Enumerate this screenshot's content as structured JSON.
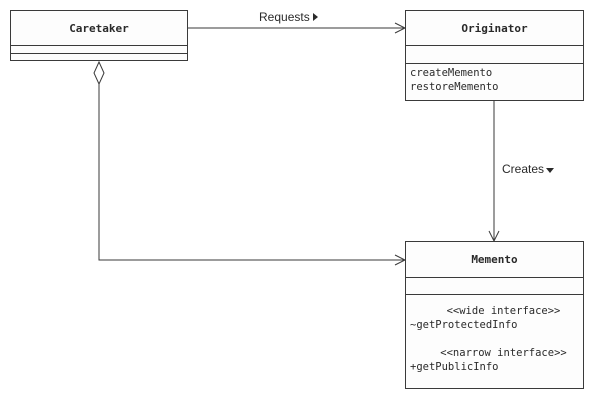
{
  "classes": {
    "caretaker": {
      "name": "Caretaker"
    },
    "originator": {
      "name": "Originator",
      "operations": [
        "createMemento",
        "restoreMemento"
      ]
    },
    "memento": {
      "name": "Memento",
      "wide_stereotype": "<<wide interface>>",
      "wide_operation": "~getProtectedInfo",
      "narrow_stereotype": "<<narrow interface>>",
      "narrow_operation": "+getPublicInfo"
    }
  },
  "relations": {
    "requests_label": "Requests",
    "creates_label": "Creates"
  },
  "colors": {
    "line": "#3a3a3a",
    "text": "#2a2a2a",
    "background": "#ffffff"
  }
}
